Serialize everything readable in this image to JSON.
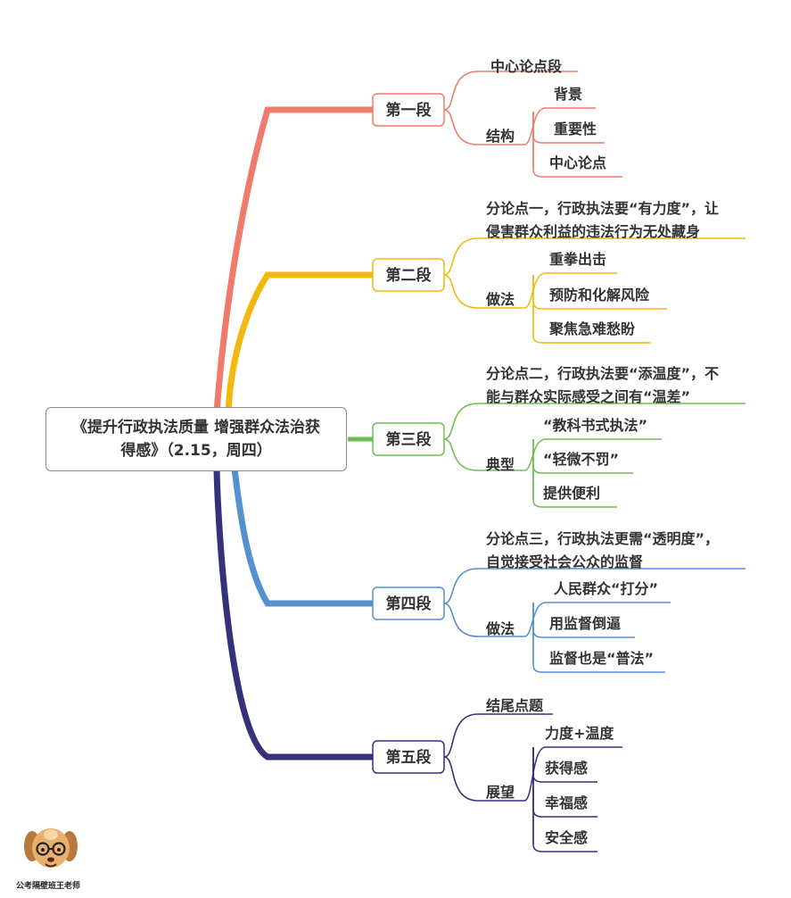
{
  "central_topic": {
    "line1": "《提升行政执法质量 增强群众法治获",
    "line2": "得感》（2.15，周四）"
  },
  "branches": [
    {
      "id": "b1",
      "color": "#f07b6c",
      "label": "第一段",
      "children": [
        {
          "id": "b1c1",
          "text": [
            "中心论点段"
          ]
        },
        {
          "id": "b1c2",
          "text": [
            "结构"
          ],
          "children": [
            {
              "id": "b1c2g1",
              "text": "背景"
            },
            {
              "id": "b1c2g2",
              "text": "重要性"
            },
            {
              "id": "b1c2g3",
              "text": "中心论点"
            }
          ]
        }
      ]
    },
    {
      "id": "b2",
      "color": "#f2b90c",
      "label": "第二段",
      "children": [
        {
          "id": "b2c1",
          "text": [
            "分论点一，行政执法要“有力度”，让",
            "侵害群众利益的违法行为无处藏身"
          ]
        },
        {
          "id": "b2c2",
          "text": [
            "做法"
          ],
          "children": [
            {
              "id": "b2c2g1",
              "text": "重拳出击"
            },
            {
              "id": "b2c2g2",
              "text": "预防和化解风险"
            },
            {
              "id": "b2c2g3",
              "text": "聚焦急难愁盼"
            }
          ]
        }
      ]
    },
    {
      "id": "b3",
      "color": "#6dbd56",
      "label": "第三段",
      "children": [
        {
          "id": "b3c1",
          "text": [
            "分论点二，行政执法要“添温度”，不",
            "能与群众实际感受之间有“温差”"
          ]
        },
        {
          "id": "b3c2",
          "text": [
            "典型"
          ],
          "children": [
            {
              "id": "b3c2g1",
              "text": "“教科书式执法”"
            },
            {
              "id": "b3c2g2",
              "text": "“轻微不罚”"
            },
            {
              "id": "b3c2g3",
              "text": "提供便利"
            }
          ]
        }
      ]
    },
    {
      "id": "b4",
      "color": "#5590d0",
      "label": "第四段",
      "children": [
        {
          "id": "b4c1",
          "text": [
            "分论点三，行政执法更需“透明度”，",
            "自觉接受社会公众的监督"
          ]
        },
        {
          "id": "b4c2",
          "text": [
            "做法"
          ],
          "children": [
            {
              "id": "b4c2g1",
              "text": "人民群众“打分”"
            },
            {
              "id": "b4c2g2",
              "text": "用监督倒逼"
            },
            {
              "id": "b4c2g3",
              "text": "监督也是“普法”"
            }
          ]
        }
      ]
    },
    {
      "id": "b5",
      "color": "#37307a",
      "label": "第五段",
      "children": [
        {
          "id": "b5c1",
          "text": [
            "结尾点题"
          ]
        },
        {
          "id": "b5c2",
          "text": [
            "展望"
          ],
          "children": [
            {
              "id": "b5c2g1",
              "text": "力度+温度"
            },
            {
              "id": "b5c2g2",
              "text": "获得感"
            },
            {
              "id": "b5c2g3",
              "text": "幸福感"
            },
            {
              "id": "b5c2g4",
              "text": "安全感"
            }
          ]
        }
      ]
    }
  ],
  "watermark": {
    "text": "公考隔壁班王老师",
    "icon": "dog-with-glasses-icon"
  }
}
